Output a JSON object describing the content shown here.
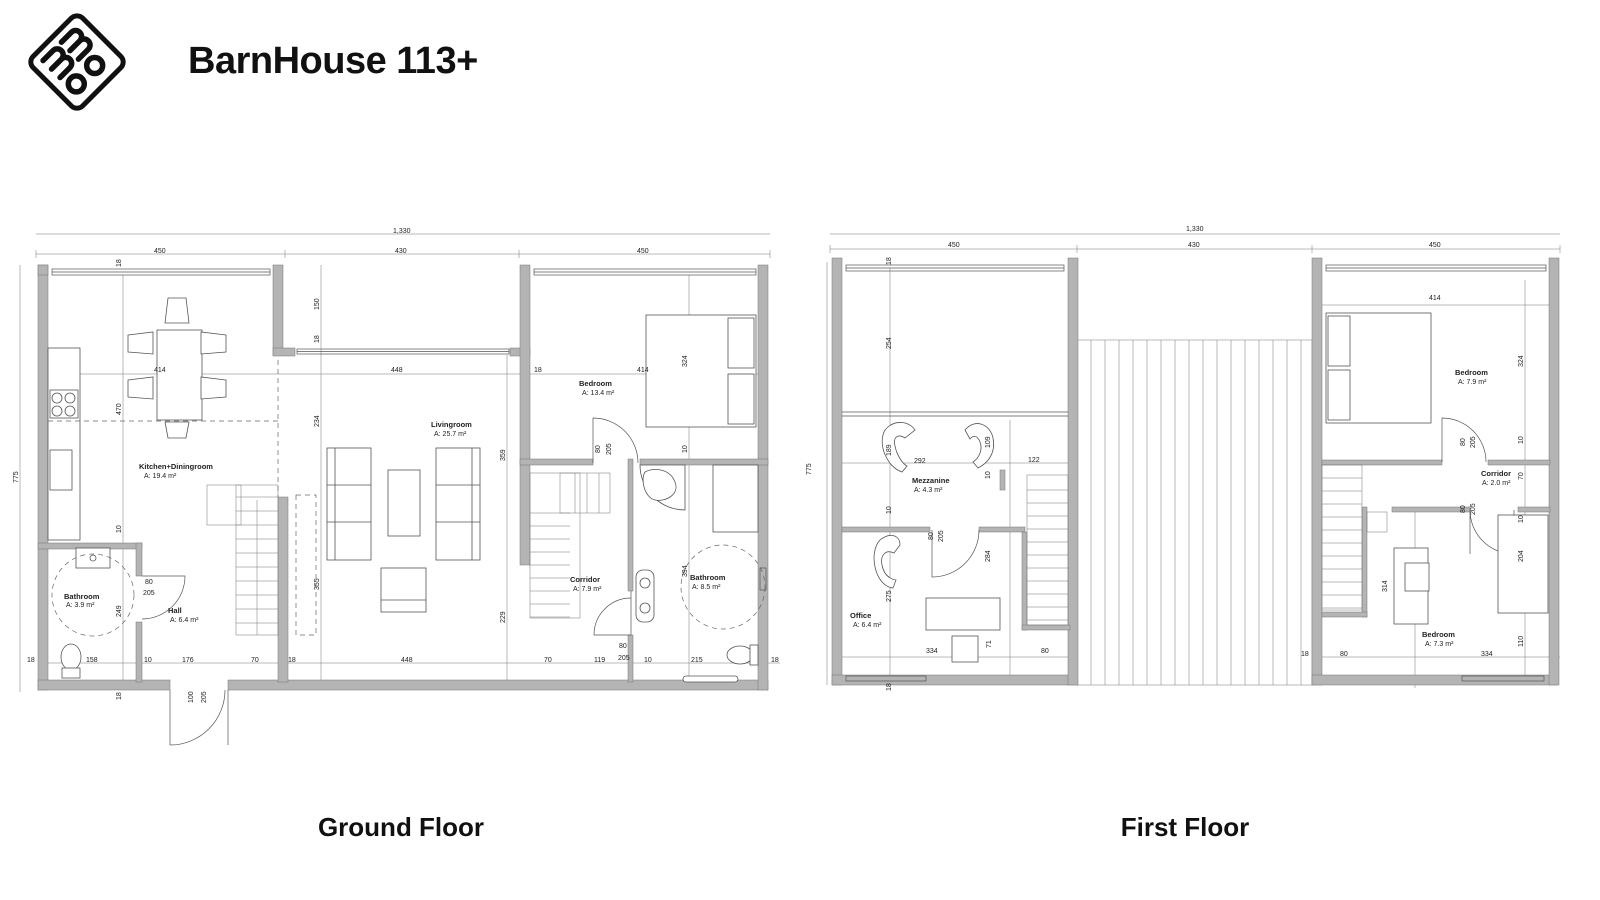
{
  "header": {
    "title": "BarnHouse 113+",
    "logo_text": "momo"
  },
  "ground": {
    "caption": "Ground Floor",
    "rooms": [
      {
        "name": "Kitchen+Diningroom",
        "area": "A: 19.4 m²"
      },
      {
        "name": "Livingroom",
        "area": "A: 25.7 m²"
      },
      {
        "name": "Bedroom",
        "area": "A: 13.4 m²"
      },
      {
        "name": "Bathroom",
        "area": "A: 3.9 m²"
      },
      {
        "name": "Hall",
        "area": "A: 6.4 m²"
      },
      {
        "name": "Corridor",
        "area": "A: 7.9 m²"
      },
      {
        "name": "Bathroom",
        "area": "A: 8.5 m²"
      }
    ],
    "dims": [
      "1,330",
      "450",
      "430",
      "450",
      "18",
      "414",
      "470",
      "150",
      "18",
      "448",
      "18",
      "414",
      "324",
      "234",
      "359",
      "80",
      "205",
      "10",
      "10",
      "80",
      "205",
      "249",
      "355",
      "229",
      "394",
      "775",
      "18",
      "158",
      "10",
      "176",
      "70",
      "18",
      "448",
      "70",
      "119",
      "80",
      "205",
      "10",
      "215",
      "18",
      "18",
      "100",
      "205"
    ]
  },
  "first": {
    "caption": "First Floor",
    "rooms": [
      {
        "name": "Mezzanine",
        "area": "A: 4.3 m²"
      },
      {
        "name": "Office",
        "area": "A: 6.4 m²"
      },
      {
        "name": "Bedroom",
        "area": "A: 7.9 m²"
      },
      {
        "name": "Corridor",
        "area": "A: 2.0 m²"
      },
      {
        "name": "Bedroom",
        "area": "A: 7.3 m²"
      }
    ],
    "dims": [
      "1,330",
      "450",
      "430",
      "450",
      "18",
      "254",
      "189",
      "292",
      "109",
      "122",
      "10",
      "10",
      "80",
      "205",
      "284",
      "275",
      "334",
      "71",
      "80",
      "18",
      "775",
      "414",
      "324",
      "80",
      "205",
      "10",
      "70",
      "10",
      "80",
      "205",
      "204",
      "314",
      "110",
      "18",
      "80",
      "334"
    ]
  },
  "colors": {
    "wall": "#b4b4b4",
    "line": "#555555",
    "text": "#111111"
  }
}
